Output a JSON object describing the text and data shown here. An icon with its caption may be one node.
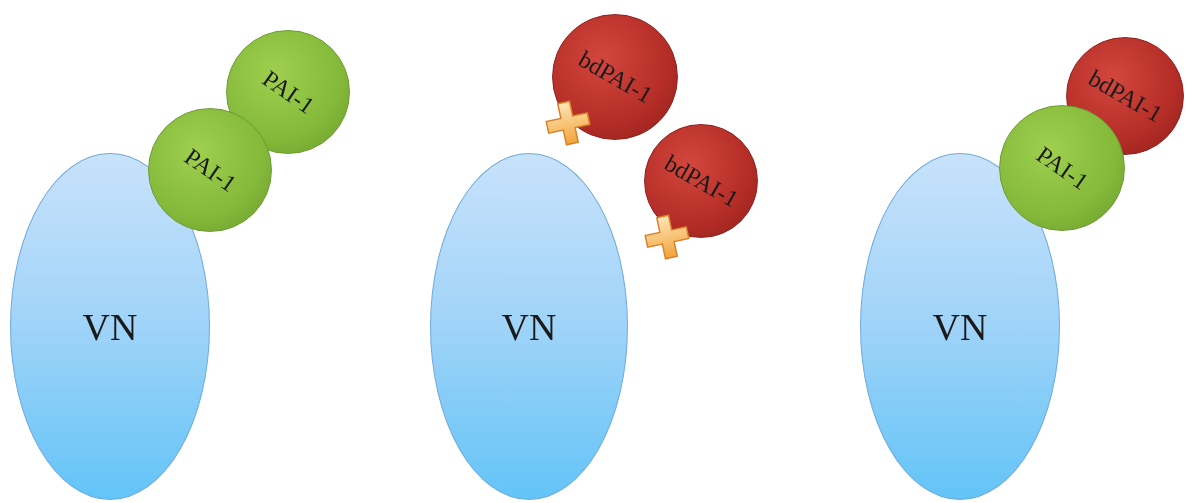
{
  "diagram": {
    "nodes": [
      {
        "text": [
          "PAI-1"
        ]
      },
      {
        "text": [
          "PAI-1"
        ]
      },
      {
        "text": [
          "VN"
        ]
      },
      {
        "text": [
          "bdPAI-1"
        ]
      },
      {
        "text": [
          "bdPAI-1"
        ]
      },
      {
        "text": [
          "VN"
        ]
      },
      {
        "text": [
          "bdPAI-1"
        ]
      },
      {
        "text": [
          "PAI-1"
        ]
      },
      {
        "text": [
          "VN"
        ]
      }
    ]
  }
}
